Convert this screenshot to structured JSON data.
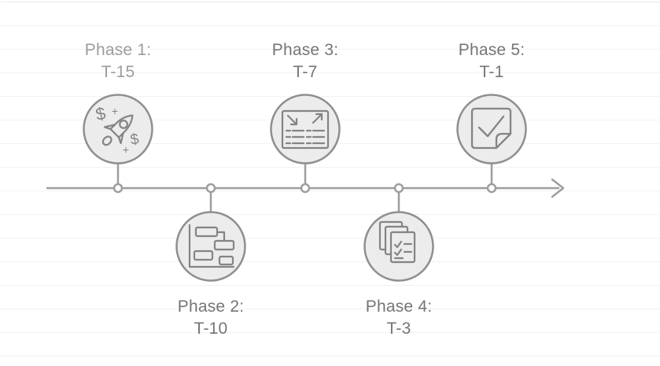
{
  "diagram": {
    "type": "timeline",
    "phases": [
      {
        "label": "Phase 1:",
        "time": "T-15",
        "icon": "rocket-funding-icon",
        "side": "above"
      },
      {
        "label": "Phase 2:",
        "time": "T-10",
        "icon": "gantt-chart-icon",
        "side": "below"
      },
      {
        "label": "Phase 3:",
        "time": "T-7",
        "icon": "report-metrics-icon",
        "side": "above"
      },
      {
        "label": "Phase 4:",
        "time": "T-3",
        "icon": "checklist-documents-icon",
        "side": "below"
      },
      {
        "label": "Phase 5:",
        "time": "T-1",
        "icon": "approved-note-icon",
        "side": "above"
      }
    ],
    "colors": {
      "timeline_line": "#9e9e9e",
      "node_fill": "#ffffff",
      "circle_fill": "#ececec",
      "circle_stroke": "#8f8f8f",
      "icon_stroke": "#848484",
      "label_text": "#757575",
      "label_text_muted": "#9c9c9c",
      "grid_line": "#f2f2f2",
      "background": "#ffffff"
    }
  }
}
